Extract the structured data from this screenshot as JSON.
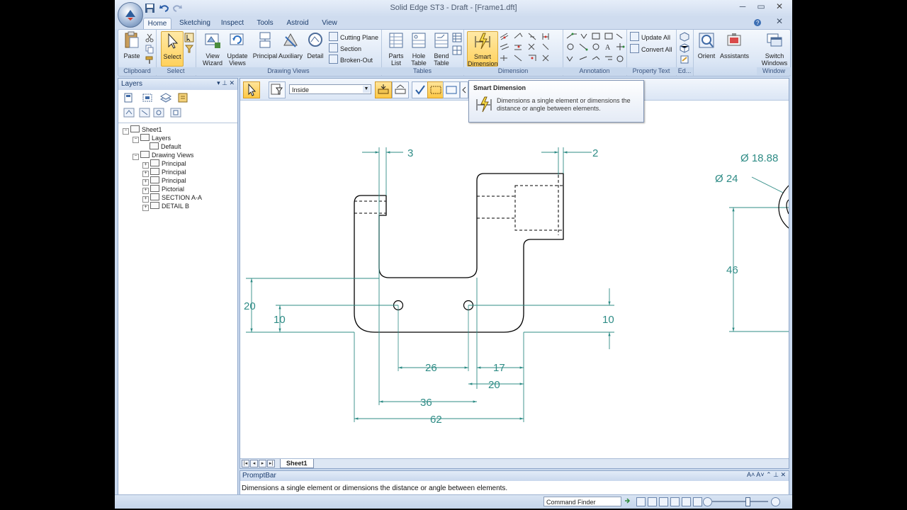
{
  "window": {
    "title": "Solid Edge ST3 - Draft - [Frame1.dft]",
    "controls": [
      "─",
      "▭",
      "✕"
    ],
    "doc_close": "✕"
  },
  "tabs": [
    "Home",
    "Sketching",
    "Inspect",
    "Tools",
    "Astroid",
    "View"
  ],
  "ribbon": {
    "groups": {
      "clipboard": "Clipboard",
      "select": "Select",
      "drawing_views": "Drawing Views",
      "tables": "Tables",
      "dimension": "Dimension",
      "annotation": "Annotation",
      "property_text": "Property Text",
      "ed": "Ed...",
      "window": "Window"
    },
    "buttons": {
      "paste": "Paste",
      "select": "Select",
      "view_wizard": "View Wizard",
      "update_views": "Update Views",
      "principal": "Principal",
      "auxiliary": "Auxiliary",
      "detail": "Detail",
      "cutting_plane": "Cutting Plane",
      "section": "Section",
      "broken_out": "Broken-Out",
      "parts_list": "Parts List",
      "hole_table": "Hole Table",
      "bend_table": "Bend Table",
      "smart_dimension": "Smart Dimension",
      "update_all": "Update All",
      "convert_all": "Convert All",
      "orient": "Orient",
      "assistants": "Assistants",
      "switch_windows": "Switch Windows"
    }
  },
  "layers_panel": {
    "title": "Layers",
    "pin": "▾ ⊥ ✕",
    "tree": [
      {
        "label": "Sheet1",
        "level": 0
      },
      {
        "label": "Layers",
        "level": 1
      },
      {
        "label": "Default",
        "level": 2
      },
      {
        "label": "Drawing Views",
        "level": 1
      },
      {
        "label": "Principal",
        "level": 2
      },
      {
        "label": "Principal",
        "level": 2
      },
      {
        "label": "Principal",
        "level": 2
      },
      {
        "label": "Pictorial",
        "level": 2
      },
      {
        "label": "SECTION A-A",
        "level": 2
      },
      {
        "label": "DETAIL B",
        "level": 2
      }
    ]
  },
  "command_bar": {
    "select_mode": "Inside"
  },
  "tooltip": {
    "title": "Smart Dimension",
    "description": "Dimensions a single element or dimensions the distance or angle between elements."
  },
  "drawing": {
    "dimensions": {
      "top_left": "3",
      "top_right": "2",
      "dia_small": "Ø 18.88",
      "dia_large": "Ø 24",
      "height_right": "46",
      "left_outer": "20",
      "left_inner": "10",
      "right_inner": "10",
      "hole_spacing": "26",
      "right_gap": "17",
      "right_width": "20",
      "slot_width": "36",
      "overall_width": "62"
    }
  },
  "sheet_tabs": {
    "nav": [
      "|◂",
      "◂",
      "▸",
      "▸|"
    ],
    "active": "Sheet1"
  },
  "promptbar": {
    "title": "PromptBar",
    "controls": "A˄ A˅ ⌃ ⊥ ✕",
    "text": "Dimensions a single element or dimensions the distance or angle between elements."
  },
  "statusbar": {
    "command_finder": "Command Finder"
  },
  "colors": {
    "dimension": "#2f8c86",
    "geometry": "#000000",
    "highlight": "#ffd15c"
  }
}
